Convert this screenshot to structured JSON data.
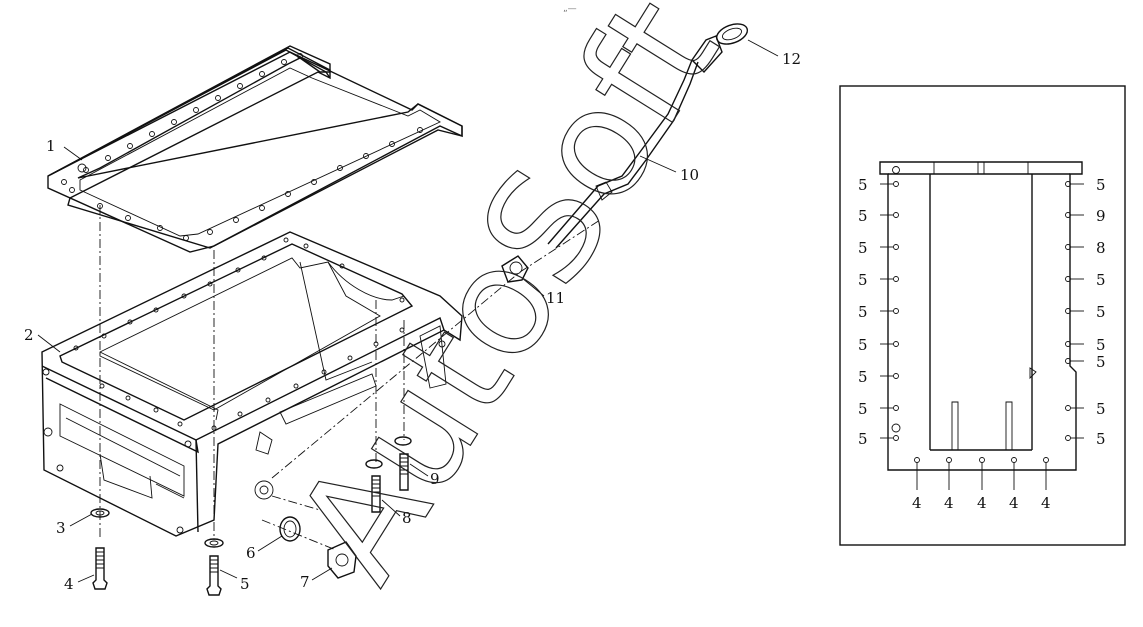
{
  "watermark": "AutoSoft",
  "top_mark": "„—",
  "callouts": {
    "c1": "1",
    "c2": "2",
    "c3": "3",
    "c4": "4",
    "c5": "5",
    "c6": "6",
    "c7": "7",
    "c8": "8",
    "c9": "9",
    "c10": "10",
    "c11": "11",
    "c12": "12"
  },
  "inset": {
    "left_labels": [
      "5",
      "5",
      "5",
      "5",
      "5",
      "5",
      "5",
      "5",
      "5"
    ],
    "right_labels": [
      "5",
      "9",
      "8",
      "5",
      "5",
      "5",
      "5",
      "5",
      "5"
    ],
    "bottom_labels": [
      "4",
      "4",
      "4",
      "4",
      "4"
    ]
  }
}
